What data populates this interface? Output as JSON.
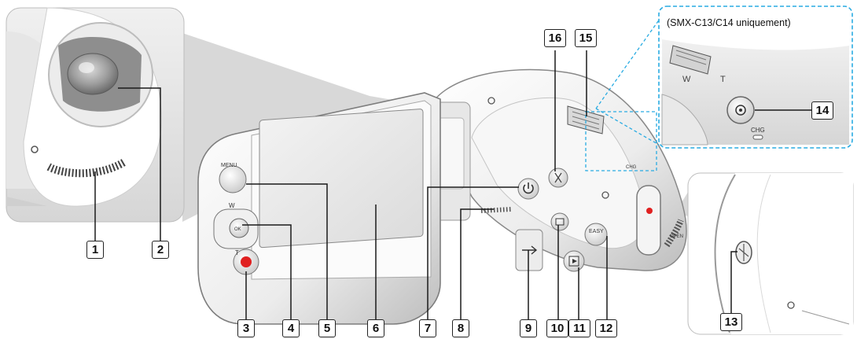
{
  "note": "(SMX-C13/C14 uniquement)",
  "device_text": {
    "menu": "MENU",
    "zoom_w": "W",
    "zoom_t": "T",
    "ok": "OK",
    "easy": "EASY",
    "chg_inset": "CHG",
    "chg_body": "CHG",
    "open": "OPEN"
  },
  "callouts": {
    "c1": "1",
    "c2": "2",
    "c3": "3",
    "c4": "4",
    "c5": "5",
    "c6": "6",
    "c7": "7",
    "c8": "8",
    "c9": "9",
    "c10": "10",
    "c11": "11",
    "c12": "12",
    "c13": "13",
    "c14": "14",
    "c15": "15",
    "c16": "16"
  },
  "colors": {
    "leader": "#1a1a1a",
    "inset_dash": "#29abe2",
    "record_red": "#e02020",
    "body_light": "#f4f4f4",
    "shadow_grey": "#9a9a9a"
  }
}
